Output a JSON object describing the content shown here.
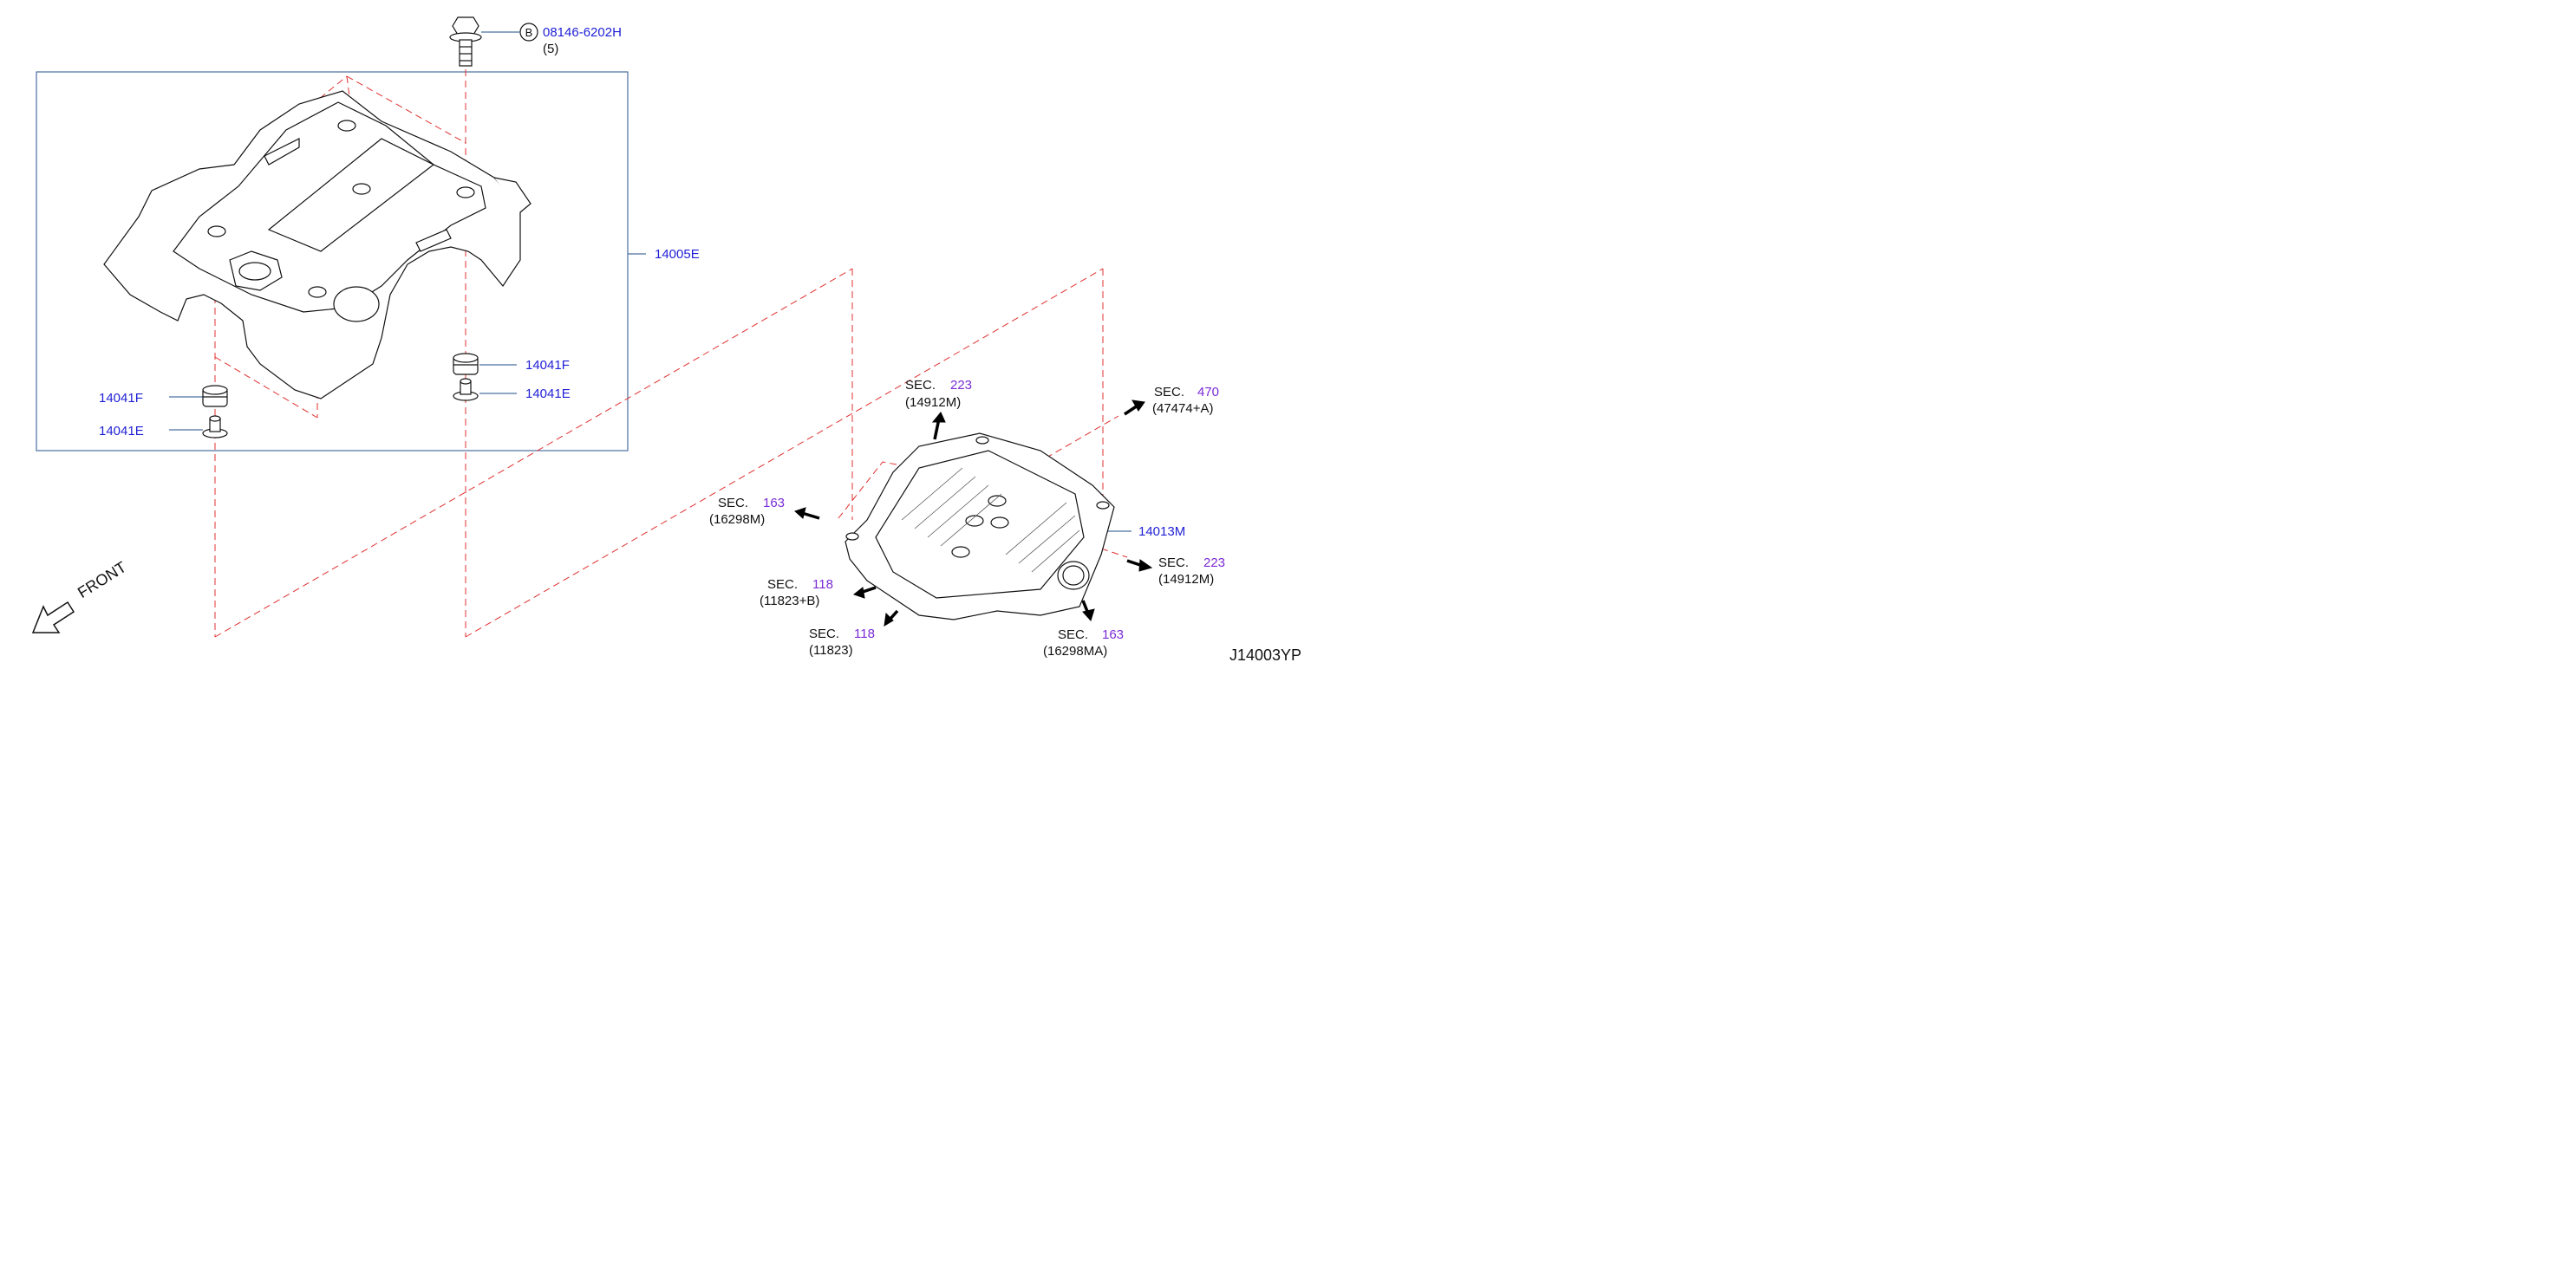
{
  "diagram": {
    "bolt": {
      "circle_letter": "B",
      "part_no": "08146-6202H",
      "qty": "(5)"
    },
    "engine_cover": {
      "part_no": "14005E"
    },
    "grommets": [
      {
        "part_no": "14041F"
      },
      {
        "part_no": "14041E"
      },
      {
        "part_no": "14041F"
      },
      {
        "part_no": "14041E"
      }
    ],
    "manifold": {
      "part_no": "14013M"
    },
    "sections": [
      {
        "sec": "SEC.",
        "num": "223",
        "ref": "(14912M)"
      },
      {
        "sec": "SEC.",
        "num": "470",
        "ref": "(47474+A)"
      },
      {
        "sec": "SEC.",
        "num": "163",
        "ref": "(16298M)"
      },
      {
        "sec": "SEC.",
        "num": "223",
        "ref": "(14912M)"
      },
      {
        "sec": "SEC.",
        "num": "118",
        "ref": "(11823+B)"
      },
      {
        "sec": "SEC.",
        "num": "118",
        "ref": "(11823)"
      },
      {
        "sec": "SEC.",
        "num": "163",
        "ref": "(16298MA)"
      }
    ],
    "front_label": "FRONT",
    "drawing_ref": "J14003YP",
    "colors": {
      "callout": "#1f1fd6",
      "section": "#7a2bd6",
      "dashed": "#e03030",
      "frame": "#4a6fa0"
    }
  }
}
